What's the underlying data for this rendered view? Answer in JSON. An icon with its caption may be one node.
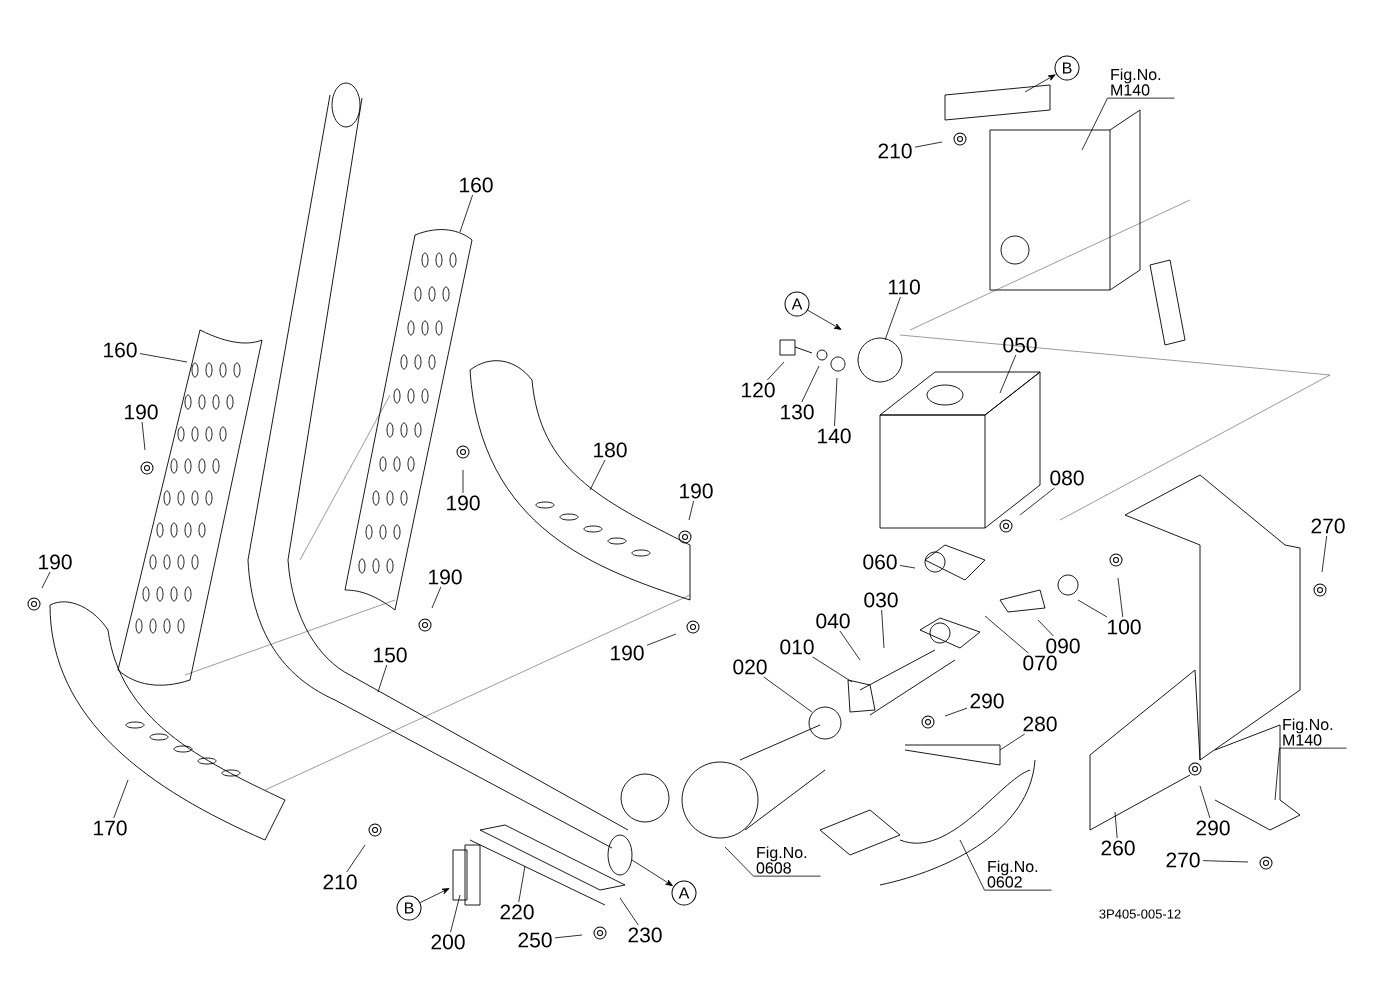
{
  "diagram": {
    "nodes": [
      {
        "text": [
          "160"
        ]
      },
      {
        "text": [
          "160"
        ]
      },
      {
        "text": [
          "190"
        ]
      },
      {
        "text": [
          "190"
        ]
      },
      {
        "text": [
          "190"
        ]
      },
      {
        "text": [
          "190"
        ]
      },
      {
        "text": [
          "180"
        ]
      },
      {
        "text": [
          "190"
        ]
      },
      {
        "text": [
          "190"
        ]
      },
      {
        "text": [
          "110"
        ]
      },
      {
        "text": [
          "050"
        ]
      },
      {
        "text": [
          "120"
        ]
      },
      {
        "text": [
          "130"
        ]
      },
      {
        "text": [
          "140"
        ]
      },
      {
        "text": [
          "080"
        ]
      },
      {
        "text": [
          "270"
        ]
      },
      {
        "text": [
          "060"
        ]
      },
      {
        "text": [
          "030"
        ]
      },
      {
        "text": [
          "040"
        ]
      },
      {
        "text": [
          "010"
        ]
      },
      {
        "text": [
          "020"
        ]
      },
      {
        "text": [
          "090"
        ]
      },
      {
        "text": [
          "100"
        ]
      },
      {
        "text": [
          "070"
        ]
      },
      {
        "text": [
          "290"
        ]
      },
      {
        "text": [
          "280"
        ]
      },
      {
        "text": [
          "150"
        ]
      },
      {
        "text": [
          "170"
        ]
      },
      {
        "text": [
          "210"
        ]
      },
      {
        "text": [
          "210"
        ]
      },
      {
        "text": [
          "200"
        ]
      },
      {
        "text": [
          "220"
        ]
      },
      {
        "text": [
          "230"
        ]
      },
      {
        "text": [
          "250"
        ]
      },
      {
        "text": [
          "260"
        ]
      },
      {
        "text": [
          "290"
        ]
      },
      {
        "text": [
          "270"
        ]
      },
      {
        "text": [
          "Fig.No. M140"
        ]
      },
      {
        "text": [
          "Fig.No. M140"
        ]
      },
      {
        "text": [
          "Fig.No. 0608"
        ]
      },
      {
        "text": [
          "Fig.No. 0602"
        ]
      },
      {
        "text": [
          "B"
        ]
      },
      {
        "text": [
          "A"
        ]
      },
      {
        "text": [
          "B"
        ]
      },
      {
        "text": [
          "A"
        ]
      }
    ],
    "edges": [
      {
        "from": 0,
        "to": null,
        "arrow": "none"
      },
      {
        "from": 1,
        "to": null,
        "arrow": "none"
      },
      {
        "from": 2,
        "to": null,
        "arrow": "none"
      },
      {
        "from": 3,
        "to": null,
        "arrow": "none"
      },
      {
        "from": 4,
        "to": null,
        "arrow": "none"
      },
      {
        "from": 5,
        "to": null,
        "arrow": "none"
      },
      {
        "from": 6,
        "to": null,
        "arrow": "none"
      },
      {
        "from": 7,
        "to": null,
        "arrow": "none"
      },
      {
        "from": 8,
        "to": null,
        "arrow": "none"
      },
      {
        "from": 9,
        "to": null,
        "arrow": "none"
      },
      {
        "from": 10,
        "to": null,
        "arrow": "none"
      },
      {
        "from": 11,
        "to": null,
        "arrow": "none"
      },
      {
        "from": 12,
        "to": null,
        "arrow": "none"
      },
      {
        "from": 13,
        "to": null,
        "arrow": "none"
      },
      {
        "from": 14,
        "to": null,
        "arrow": "none"
      },
      {
        "from": 15,
        "to": null,
        "arrow": "none"
      },
      {
        "from": 16,
        "to": null,
        "arrow": "none"
      },
      {
        "from": 17,
        "to": null,
        "arrow": "none"
      },
      {
        "from": 18,
        "to": null,
        "arrow": "none"
      },
      {
        "from": 19,
        "to": null,
        "arrow": "none"
      },
      {
        "from": 20,
        "to": null,
        "arrow": "none"
      },
      {
        "from": 21,
        "to": null,
        "arrow": "none"
      },
      {
        "from": 22,
        "to": null,
        "arrow": "none"
      },
      {
        "from": 22,
        "to": null,
        "arrow": "none"
      },
      {
        "from": 23,
        "to": null,
        "arrow": "none"
      },
      {
        "from": 24,
        "to": null,
        "arrow": "none"
      },
      {
        "from": 25,
        "to": null,
        "arrow": "none"
      },
      {
        "from": 26,
        "to": null,
        "arrow": "none"
      },
      {
        "from": 27,
        "to": null,
        "arrow": "none"
      },
      {
        "from": 28,
        "to": null,
        "arrow": "none"
      },
      {
        "from": 29,
        "to": null,
        "arrow": "none"
      },
      {
        "from": 30,
        "to": null,
        "arrow": "none"
      },
      {
        "from": 31,
        "to": null,
        "arrow": "none"
      },
      {
        "from": 32,
        "to": null,
        "arrow": "none"
      },
      {
        "from": 33,
        "to": null,
        "arrow": "none"
      },
      {
        "from": 34,
        "to": null,
        "arrow": "none"
      },
      {
        "from": 35,
        "to": null,
        "arrow": "none"
      },
      {
        "from": 36,
        "to": null,
        "arrow": "none"
      },
      {
        "from": 37,
        "to": null,
        "arrow": "none"
      },
      {
        "from": 38,
        "to": null,
        "arrow": "none"
      },
      {
        "from": 39,
        "to": null,
        "arrow": "none"
      },
      {
        "from": 40,
        "to": null,
        "arrow": "none"
      },
      {
        "from": null,
        "to": 41,
        "arrow": "to"
      },
      {
        "from": 42,
        "to": null,
        "arrow": "to"
      },
      {
        "from": 43,
        "to": null,
        "arrow": "to"
      },
      {
        "from": null,
        "to": 44,
        "arrow": "to"
      }
    ],
    "labels": [
      "3P405-005-12"
    ]
  }
}
